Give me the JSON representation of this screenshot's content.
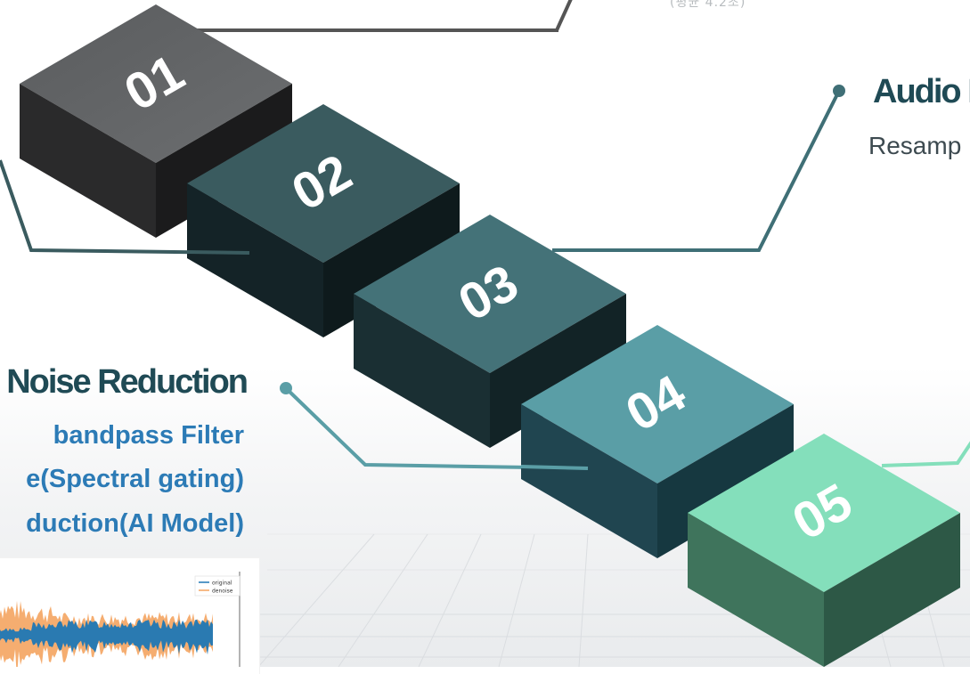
{
  "top_note": "(평균 4.2초)",
  "blocks": [
    {
      "label": "01",
      "color_top": "#626467",
      "color_left": "#2a2a2b",
      "color_right": "#1b1b1c"
    },
    {
      "label": "02",
      "color_top": "#3a5b5f",
      "color_left": "#142327",
      "color_right": "#0e1a1c"
    },
    {
      "label": "03",
      "color_top": "#447278",
      "color_left": "#1a2f33",
      "color_right": "#122326"
    },
    {
      "label": "04",
      "color_top": "#5a9ea6",
      "color_left": "#204550",
      "color_right": "#163840"
    },
    {
      "label": "05",
      "color_top": "#84dfbb",
      "color_left": "#3f745c",
      "color_right": "#2d5846"
    }
  ],
  "audio_section": {
    "title": "Audio I",
    "subtitle": "Resamp"
  },
  "noise_section": {
    "title": "Noise Reduction",
    "items": [
      "bandpass Filter",
      "e(Spectral gating)",
      "duction(AI Model)"
    ]
  },
  "waveform_plot": {
    "legend": [
      "original",
      "denoise"
    ],
    "colors": {
      "original": "#1f77b4",
      "denoise": "#f4a460"
    }
  },
  "colors": {
    "title": "#1f4a55",
    "accent_blue": "#2c7bb6",
    "connector_dark": "#555555",
    "connector_teal": "#3f6f76"
  }
}
